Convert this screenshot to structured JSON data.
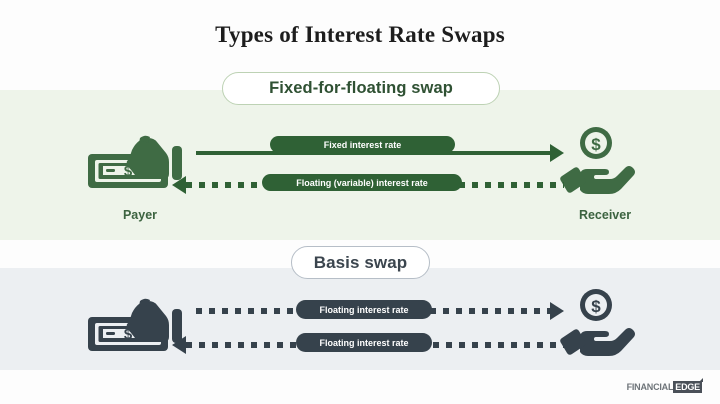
{
  "title": "Types of Interest Rate Swaps",
  "panels": [
    {
      "id": "fixed-for-floating",
      "badge": "Fixed-for-floating swap",
      "accent": "#2f6135",
      "background": "#eef4ea",
      "left_label": "Payer",
      "right_label": "Receiver",
      "left_icon": "hand-holding-cash-icon",
      "right_icon": "hand-receiving-coin-icon",
      "flows": [
        {
          "label": "Fixed interest rate",
          "style": "solid",
          "direction": "right"
        },
        {
          "label": "Floating (variable) interest rate",
          "style": "dotted",
          "direction": "left"
        }
      ]
    },
    {
      "id": "basis-swap",
      "badge": "Basis swap",
      "accent": "#36424c",
      "background": "#eceff2",
      "left_label": "",
      "right_label": "",
      "left_icon": "hand-holding-cash-icon",
      "right_icon": "hand-receiving-coin-icon",
      "flows": [
        {
          "label": "Floating interest rate",
          "style": "dotted",
          "direction": "right"
        },
        {
          "label": "Floating interest rate",
          "style": "dotted",
          "direction": "left"
        }
      ]
    }
  ],
  "logo": {
    "word1": "FINANCIAL",
    "word2": "EDGE"
  }
}
